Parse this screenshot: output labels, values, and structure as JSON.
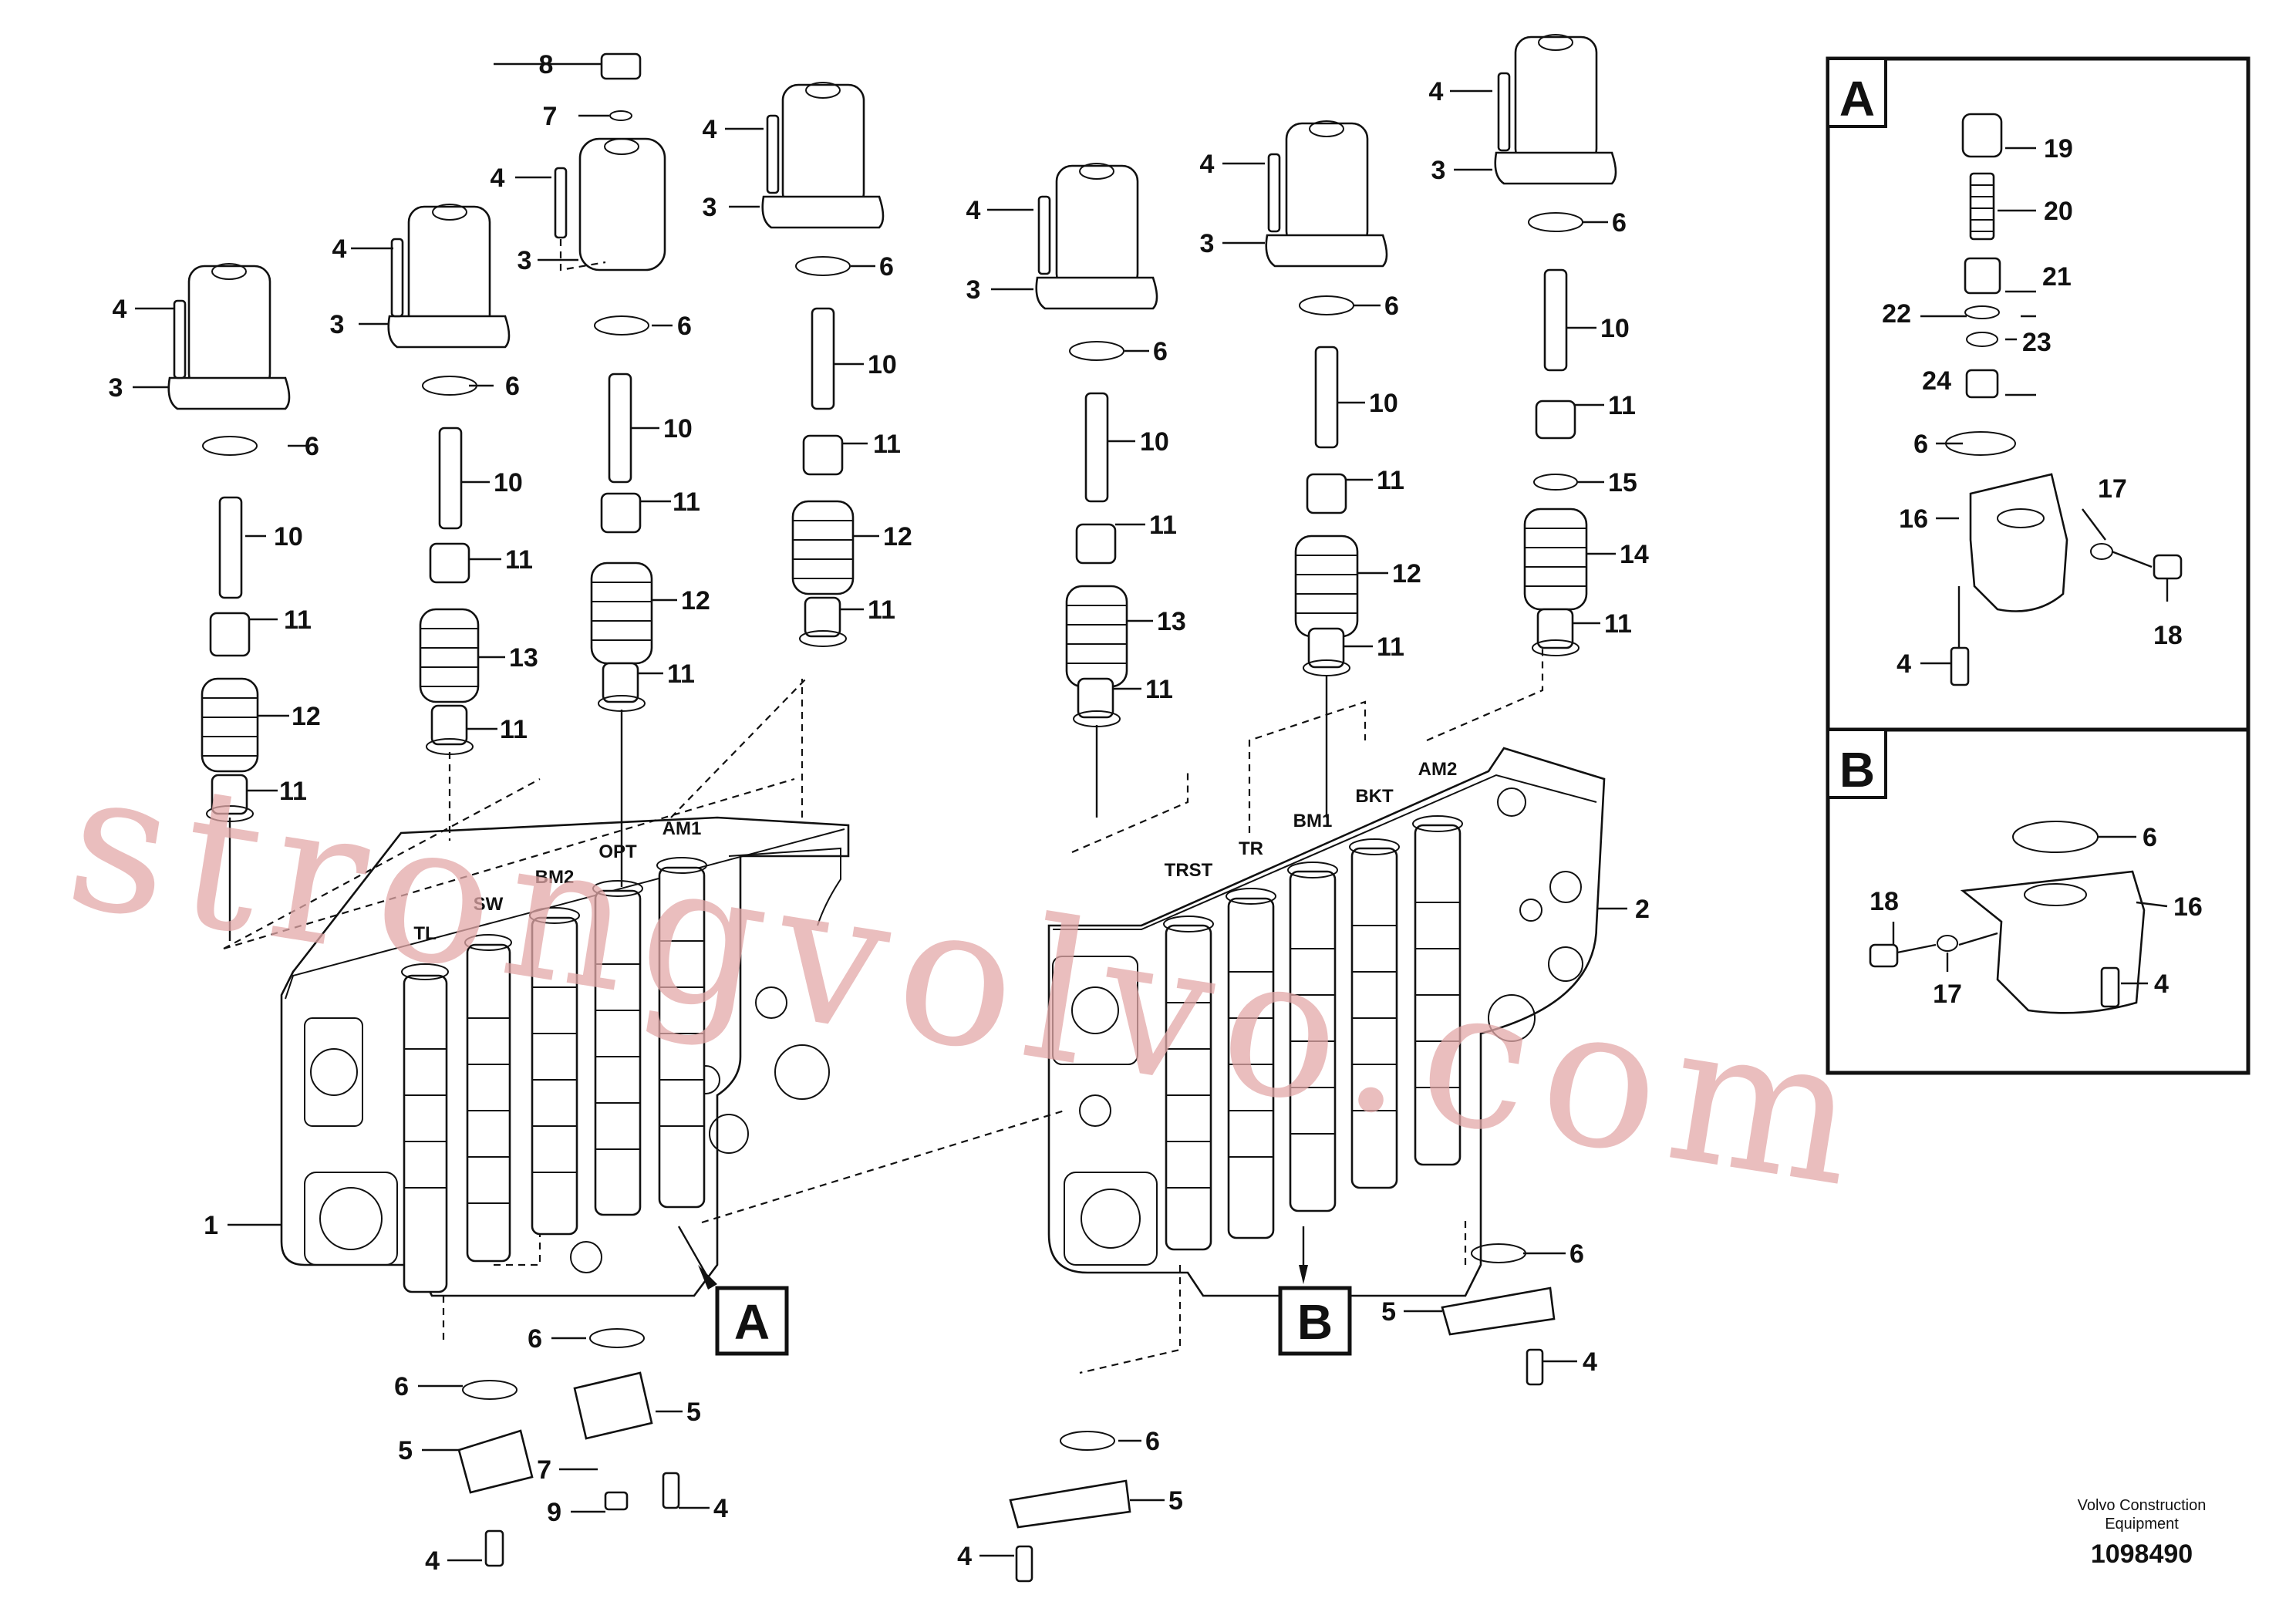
{
  "watermark": "strongvolvo.com",
  "credit": {
    "company": "Volvo Construction Equipment",
    "drawing_number": "1098490"
  },
  "inset_labels": {
    "a": "A",
    "b": "B"
  },
  "callout_labels": {
    "a": "A",
    "b": "B"
  },
  "spool_tags": {
    "tl": "TL",
    "sw": "SW",
    "bm2": "BM2",
    "opt": "OPT",
    "am1": "AM1",
    "trst": "TRST",
    "tr": "TR",
    "bm1": "BM1",
    "bkt": "BKT",
    "am2": "AM2"
  },
  "part_numbers": {
    "p1": "1",
    "p2": "2",
    "p3": "3",
    "p4": "4",
    "p5": "5",
    "p6": "6",
    "p7": "7",
    "p8": "8",
    "p9": "9",
    "p10": "10",
    "p11": "11",
    "p12": "12",
    "p13": "13",
    "p14": "14",
    "p15": "15",
    "p16": "16",
    "p17": "17",
    "p18": "18",
    "p19": "19",
    "p20": "20",
    "p21": "21",
    "p22": "22",
    "p23": "23",
    "p24": "24"
  }
}
